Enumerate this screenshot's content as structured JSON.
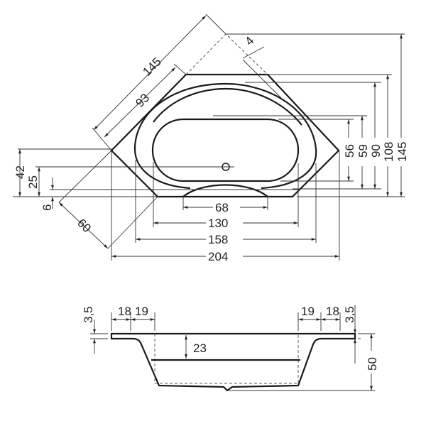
{
  "drawing": {
    "title": "Corner bathtub technical drawing",
    "units": "cm",
    "colors": {
      "line": "#1a1a1a",
      "dimension": "#333333",
      "background": "#ffffff"
    }
  },
  "plan_view": {
    "diagonal_dims": {
      "outer_side": "145",
      "inner_side": "93",
      "chamfer": "60",
      "corner_offset": "4"
    },
    "left_dims": {
      "d42": "42",
      "d25": "25",
      "d6": "6"
    },
    "bottom_dims": {
      "d68": "68",
      "d130": "130",
      "d158": "158",
      "d204": "204"
    },
    "right_dims": {
      "d56": "56",
      "d59": "59",
      "d90": "90",
      "d108": "108",
      "d145": "145"
    }
  },
  "section_view": {
    "left_dims": {
      "rim_thickness": "3,5",
      "rim_width": "18",
      "slope_width": "19"
    },
    "right_dims": {
      "slope_width": "19",
      "rim_width": "18",
      "rim_thickness": "3,5"
    },
    "inner_depth": "23",
    "total_height": "50"
  }
}
